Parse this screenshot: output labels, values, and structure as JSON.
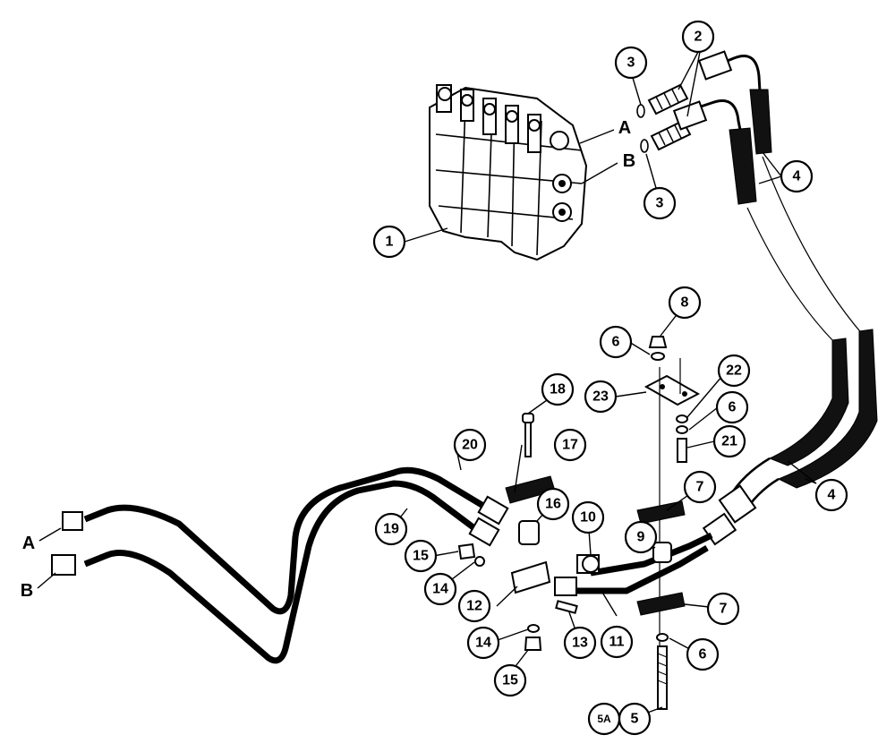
{
  "callouts": {
    "c1": "1",
    "c2": "2",
    "c3a": "3",
    "c3b": "3",
    "c4a": "4",
    "c4b": "4",
    "c5": "5",
    "c5a": "5A",
    "c6a": "6",
    "c6b": "6",
    "c6c": "6",
    "c7a": "7",
    "c7b": "7",
    "c8": "8",
    "c9": "9",
    "c10": "10",
    "c11": "11",
    "c12": "12",
    "c13": "13",
    "c14a": "14",
    "c14b": "14",
    "c15a": "15",
    "c15b": "15",
    "c16": "16",
    "c17": "17",
    "c18": "18",
    "c19": "19",
    "c20": "20",
    "c21": "21",
    "c22": "22",
    "c23": "23"
  },
  "ports": {
    "valve_a": "A",
    "valve_b": "B",
    "line_a": "A",
    "line_b": "B"
  }
}
